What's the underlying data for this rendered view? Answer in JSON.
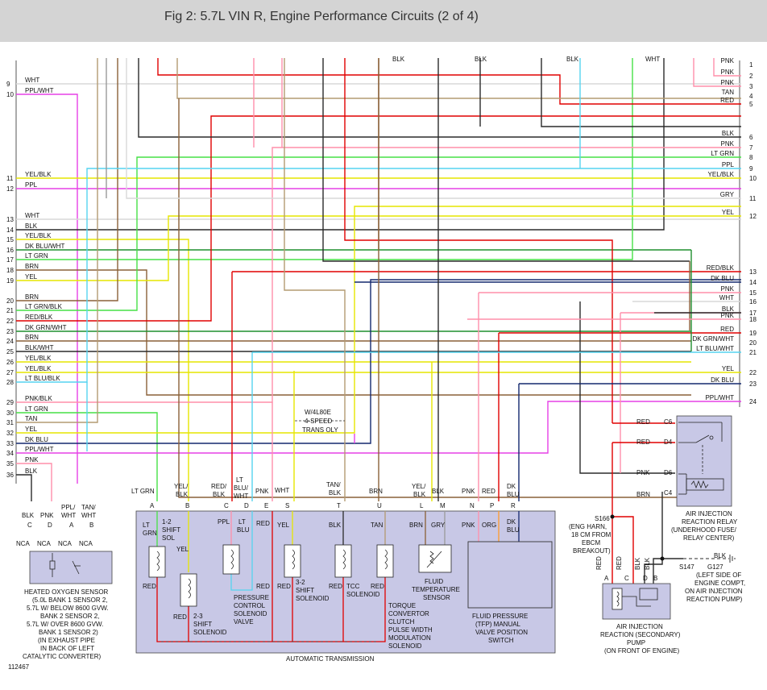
{
  "title": "Fig 2: 5.7L VIN R, Engine Performance Circuits (2 of 4)",
  "figure_id": "112467",
  "colors": {
    "WHT": "#d9d9d9",
    "PPL": "#e640e6",
    "YEL": "#e6e600",
    "LT_BLU": "#55d4f0",
    "BLK": "#2b2b2b",
    "RED": "#e00000",
    "PNK": "#ff8faa",
    "TAN": "#b39b72",
    "LT_GRN": "#46e046",
    "BRN": "#8a6038",
    "DK_GRN": "#1f8f2f",
    "GRY": "#9a9a9a",
    "DK_BLU": "#14286e",
    "ORG": "#ff9a2a",
    "BOX": "#c8c8e6"
  },
  "left_wires": [
    {
      "pin": "9",
      "label": "WHT"
    },
    {
      "pin": "10",
      "label": "PPL/WHT"
    },
    {
      "pin": "11",
      "label": "YEL/BLK"
    },
    {
      "pin": "12",
      "label": "PPL"
    },
    {
      "pin": "13",
      "label": "WHT"
    },
    {
      "pin": "14",
      "label": "BLK"
    },
    {
      "pin": "15",
      "label": "YEL/BLK"
    },
    {
      "pin": "16",
      "label": "DK BLU/WHT"
    },
    {
      "pin": "17",
      "label": "LT GRN"
    },
    {
      "pin": "18",
      "label": "BRN"
    },
    {
      "pin": "19",
      "label": "YEL"
    },
    {
      "pin": "20",
      "label": "BRN"
    },
    {
      "pin": "21",
      "label": "LT GRN/BLK"
    },
    {
      "pin": "22",
      "label": "RED/BLK"
    },
    {
      "pin": "23",
      "label": "DK GRN/WHT"
    },
    {
      "pin": "24",
      "label": "BRN"
    },
    {
      "pin": "25",
      "label": "BLK/WHT"
    },
    {
      "pin": "26",
      "label": "YEL/BLK"
    },
    {
      "pin": "27",
      "label": "YEL/BLK"
    },
    {
      "pin": "28",
      "label": "LT BLU/BLK"
    },
    {
      "pin": "29",
      "label": "PNK/BLK"
    },
    {
      "pin": "30",
      "label": "LT GRN"
    },
    {
      "pin": "31",
      "label": "TAN"
    },
    {
      "pin": "32",
      "label": "YEL"
    },
    {
      "pin": "33",
      "label": "DK BLU"
    },
    {
      "pin": "34",
      "label": "PPL/WHT"
    },
    {
      "pin": "35",
      "label": "PNK"
    },
    {
      "pin": "36",
      "label": "BLK"
    }
  ],
  "right_wires": [
    {
      "pin": "1",
      "label": "PNK"
    },
    {
      "pin": "2",
      "label": "PNK"
    },
    {
      "pin": "3",
      "label": "PNK"
    },
    {
      "pin": "4",
      "label": "TAN"
    },
    {
      "pin": "5",
      "label": "RED"
    },
    {
      "pin": "6",
      "label": "BLK"
    },
    {
      "pin": "7",
      "label": "PNK"
    },
    {
      "pin": "8",
      "label": "LT GRN"
    },
    {
      "pin": "9",
      "label": "PPL"
    },
    {
      "pin": "10",
      "label": "YEL/BLK"
    },
    {
      "pin": "11",
      "label": "GRY"
    },
    {
      "pin": "12",
      "label": "YEL"
    },
    {
      "pin": "13",
      "label": "RED/BLK"
    },
    {
      "pin": "14",
      "label": "DK BLU"
    },
    {
      "pin": "15",
      "label": "PNK"
    },
    {
      "pin": "16",
      "label": "WHT"
    },
    {
      "pin": "17",
      "label": "BLK"
    },
    {
      "pin": "18",
      "label": "PNK"
    },
    {
      "pin": "19",
      "label": "RED"
    },
    {
      "pin": "20",
      "label": "DK GRN/WHT"
    },
    {
      "pin": "21",
      "label": "LT BLU/WHT"
    },
    {
      "pin": "22",
      "label": "YEL"
    },
    {
      "pin": "23",
      "label": "DK BLU"
    },
    {
      "pin": "24",
      "label": "PPL/WHT"
    }
  ],
  "top_labels": [
    "BLK",
    "BLK",
    "BLK",
    "WHT"
  ],
  "trans_note": [
    "W/4L80E",
    "4-SPEED",
    "TRANS OLY"
  ],
  "o2": {
    "pins": [
      "C",
      "D",
      "A",
      "B"
    ],
    "wires": [
      [
        "BLK"
      ],
      [
        "PNK"
      ],
      [
        "PPL/",
        "WHT"
      ],
      [
        "TAN/",
        "WHT"
      ]
    ],
    "nca": [
      "NCA",
      "NCA",
      "NCA",
      "NCA"
    ],
    "desc": [
      "HEATED OXYGEN SENSOR",
      "(5.0L BANK 1 SENSOR 2,",
      "5.7L W/ BELOW 8600 GVW.",
      "BANK 2 SENSOR 2,",
      "5.7L W/ OVER 8600 GVW.",
      "BANK 1 SENSOR 2)",
      "(IN EXHAUST PIPE",
      "IN BACK OF LEFT",
      "CATALYTIC CONVERTER)"
    ]
  },
  "trans": {
    "name": "AUTOMATIC TRANSMISSION",
    "pins": [
      "A",
      "B",
      "C",
      "D",
      "E",
      "S",
      "T",
      "U",
      "L",
      "M",
      "N",
      "P",
      "R"
    ],
    "top_wires": [
      [
        "LT GRN"
      ],
      [
        "YEL/",
        "BLK"
      ],
      [
        "RED/",
        "BLK"
      ],
      [
        "LT",
        "BLU/",
        "WHT"
      ],
      [
        "PNK"
      ],
      [
        "WHT"
      ],
      [
        "TAN/",
        "BLK"
      ],
      [
        "BRN"
      ],
      [
        "YEL/",
        "BLK"
      ],
      [
        "BLK"
      ],
      [
        "PNK"
      ],
      [
        "RED"
      ],
      [
        "DK",
        "BLU"
      ]
    ],
    "inner_labels": {
      "lt_grn": [
        "LT",
        "GRN"
      ],
      "yel": "YEL",
      "ppl": "PPL",
      "lt_blu": [
        "LT",
        "BLU"
      ],
      "red": "RED",
      "yel2": "YEL",
      "blk": "BLK",
      "tan": "TAN",
      "brn": "BRN",
      "gry": "GRY",
      "pnk": "PNK",
      "org": "ORG",
      "dk_blu": [
        "DK",
        "BLU"
      ]
    },
    "bottom_reds": [
      "RED",
      "RED",
      "RED",
      "RED",
      "RED",
      "RED"
    ],
    "comp_12": [
      "1-2",
      "SHIFT",
      "SOL"
    ],
    "comp_23": [
      "2-3",
      "SHIFT",
      "SOLENOID"
    ],
    "comp_pc": [
      "PRESSURE",
      "CONTROL",
      "SOLENOID",
      "VALVE"
    ],
    "comp_32": [
      "3-2",
      "SHIFT",
      "SOLENOID"
    ],
    "comp_tcc": [
      "TCC",
      "SOLENOID"
    ],
    "comp_tcc_pwm": [
      "TORQUE",
      "CONVERTOR",
      "CLUTCH",
      "PULSE WIDTH",
      "MODULATION",
      "SOLENOID"
    ],
    "comp_temp": [
      "FLUID",
      "TEMPERATURE",
      "SENSOR"
    ],
    "comp_tfp": [
      "FLUID PRESSURE",
      "(TFP) MANUAL",
      "VALVE POSITION",
      "SWITCH"
    ]
  },
  "relay": {
    "pins": [
      {
        "pin": "C6",
        "wire": "RED"
      },
      {
        "pin": "D4",
        "wire": "RED"
      },
      {
        "pin": "D6",
        "wire": "PNK"
      },
      {
        "pin": "C4",
        "wire": "BRN"
      }
    ],
    "desc": [
      "AIR INJECTION",
      "REACTION RELAY",
      "(UNDERHOOD FUSE/",
      "RELAY CENTER)"
    ]
  },
  "splice": {
    "s166": "S166",
    "s166_desc": [
      "(ENG HARN,",
      "18 CM FROM",
      "EBCM",
      "BREAKOUT)"
    ],
    "s147": "S147",
    "g127": "G127",
    "g127_desc": [
      "(LEFT SIDE OF",
      "ENGINE COMPT,",
      "ON AIR INJECTION",
      "REACTION PUMP)"
    ],
    "gnd_wire": "BLK"
  },
  "pump": {
    "pins": [
      "A",
      "C",
      "D",
      "B"
    ],
    "wires": [
      "RED",
      "RED",
      "BLK",
      "BLK"
    ],
    "desc": [
      "AIR INJECTION",
      "REACTION (SECONDARY)",
      "PUMP",
      "(ON FRONT OF ENGINE)"
    ]
  }
}
